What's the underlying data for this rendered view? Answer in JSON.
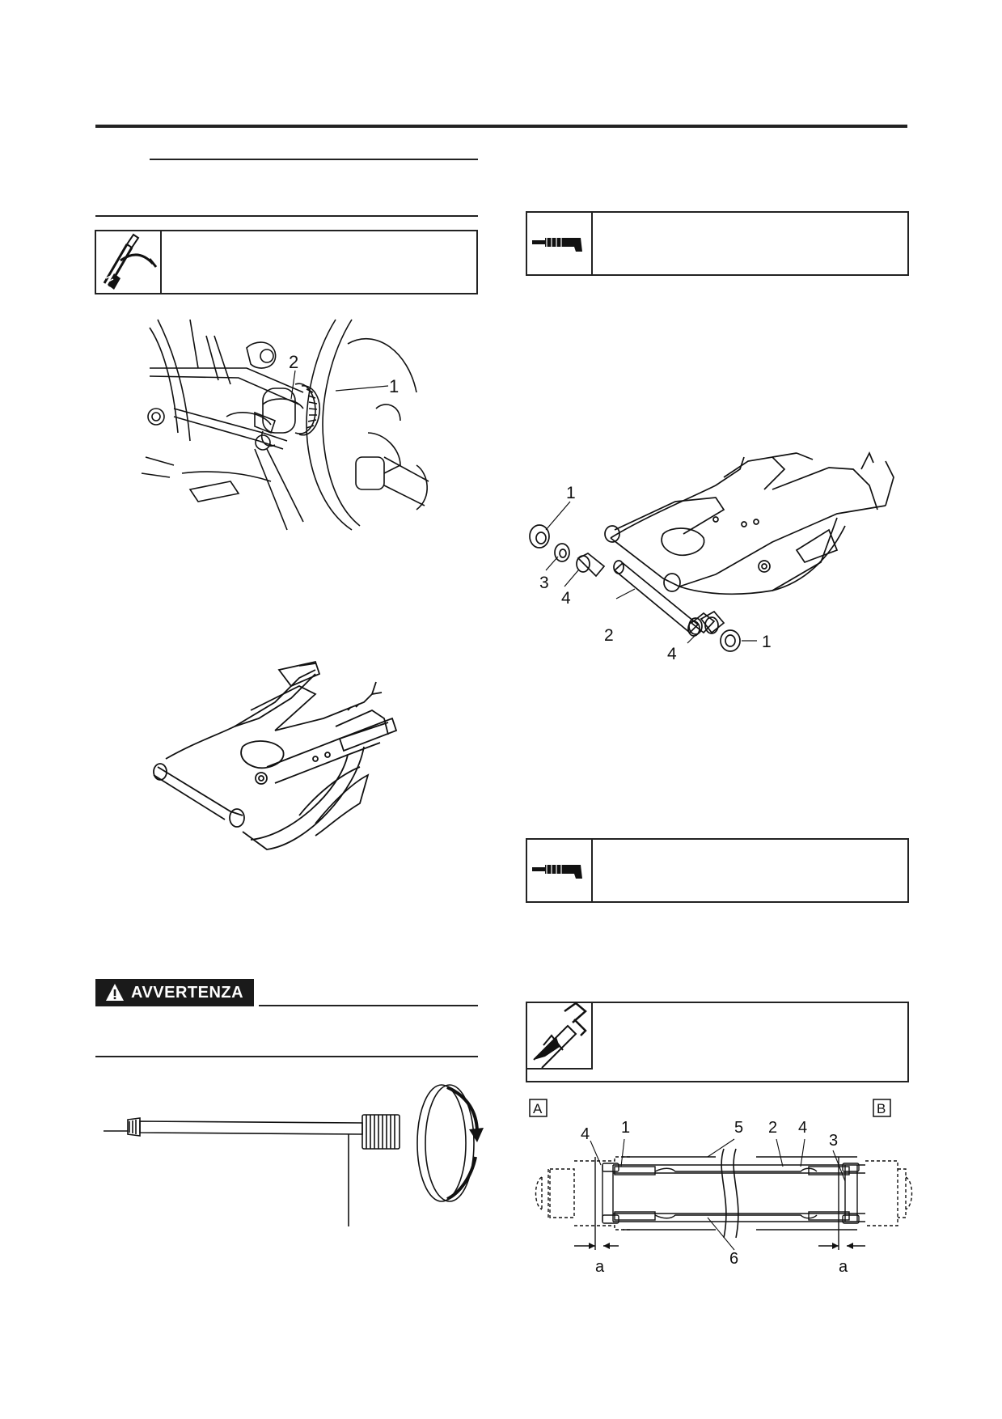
{
  "warning": {
    "label": "AVVERTENZA"
  },
  "figure_top_left": {
    "callouts": [
      "2",
      "1"
    ]
  },
  "figure_exploded": {
    "callouts": [
      "1",
      "3",
      "4",
      "2",
      "4",
      "1"
    ]
  },
  "figure_section": {
    "box_labels": [
      "A",
      "B"
    ],
    "callouts_top": [
      "4",
      "1",
      "5",
      "2",
      "4",
      "3"
    ],
    "callouts_bottom": [
      "6"
    ],
    "dimension_labels": [
      "a",
      "a"
    ]
  },
  "icons": {
    "tool_box_1": "wrench-tool-icon",
    "grease_box_1": "grease-gun-icon",
    "grease_box_2": "grease-gun-icon",
    "measure_box": "caliper-icon",
    "warning": "warning-triangle-icon",
    "rotation": "rotation-arrow-icon"
  }
}
